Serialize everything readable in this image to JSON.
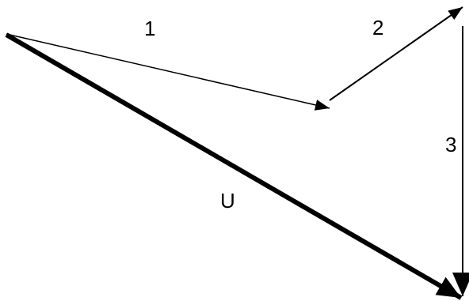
{
  "diagram": {
    "vectors": [
      {
        "id": "1",
        "label": "1"
      },
      {
        "id": "2",
        "label": "2"
      },
      {
        "id": "3",
        "label": "3"
      },
      {
        "id": "U",
        "label": "U"
      }
    ],
    "colors": {
      "stroke": "#000000",
      "background": "#ffffff"
    }
  }
}
